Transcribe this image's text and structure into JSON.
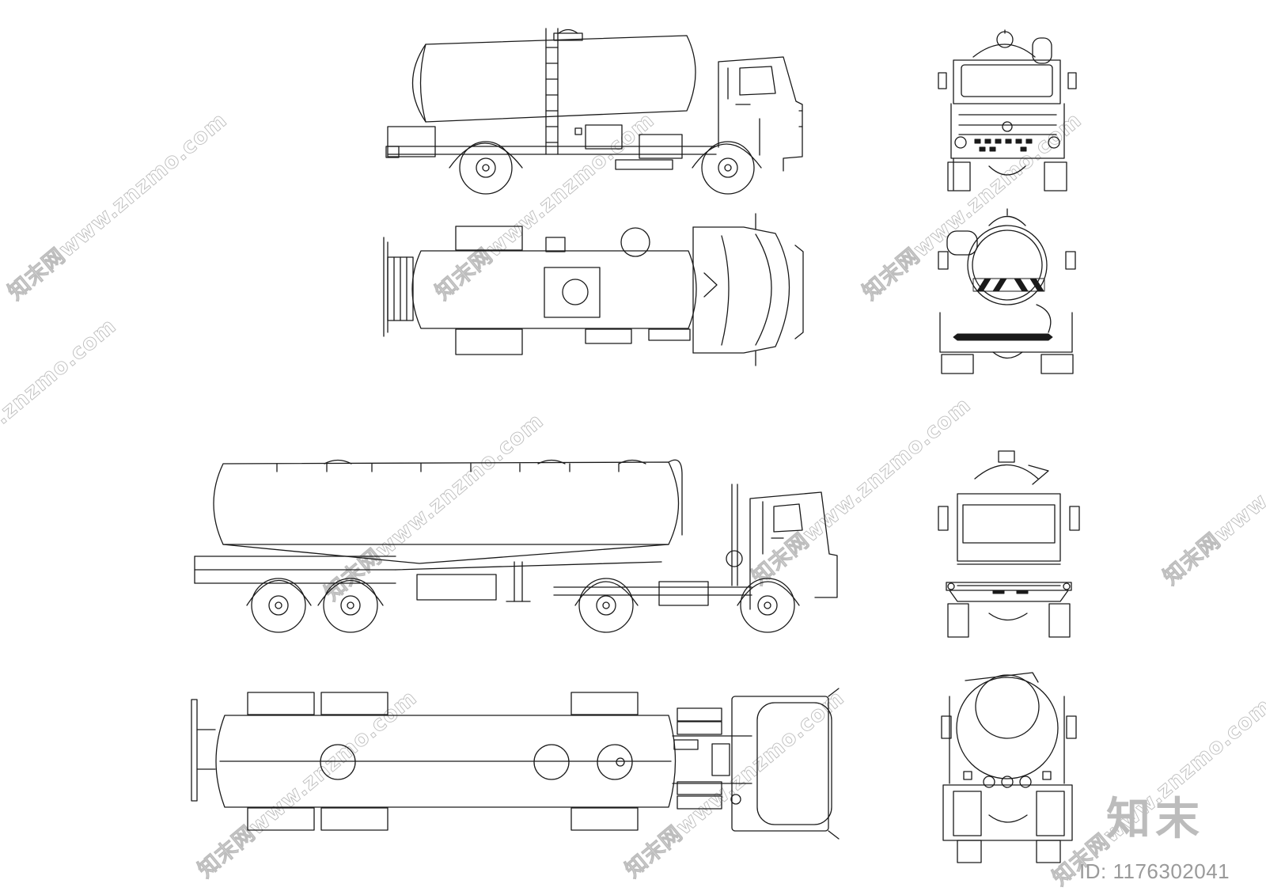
{
  "watermark": {
    "text": "知末网www.znzmo.com"
  },
  "brand": {
    "logo_text": "知末",
    "id_text": "ID: 1176302041"
  },
  "colors": {
    "line": "#1a1a1a",
    "watermark": "#bdbdbd",
    "background": "#ffffff"
  },
  "drawings": [
    "truck-side-view",
    "truck-top-view",
    "truck-front-view",
    "truck-rear-view",
    "semitrailer-side-view",
    "semitrailer-top-view",
    "tractor-front-view",
    "semitrailer-rear-view"
  ]
}
